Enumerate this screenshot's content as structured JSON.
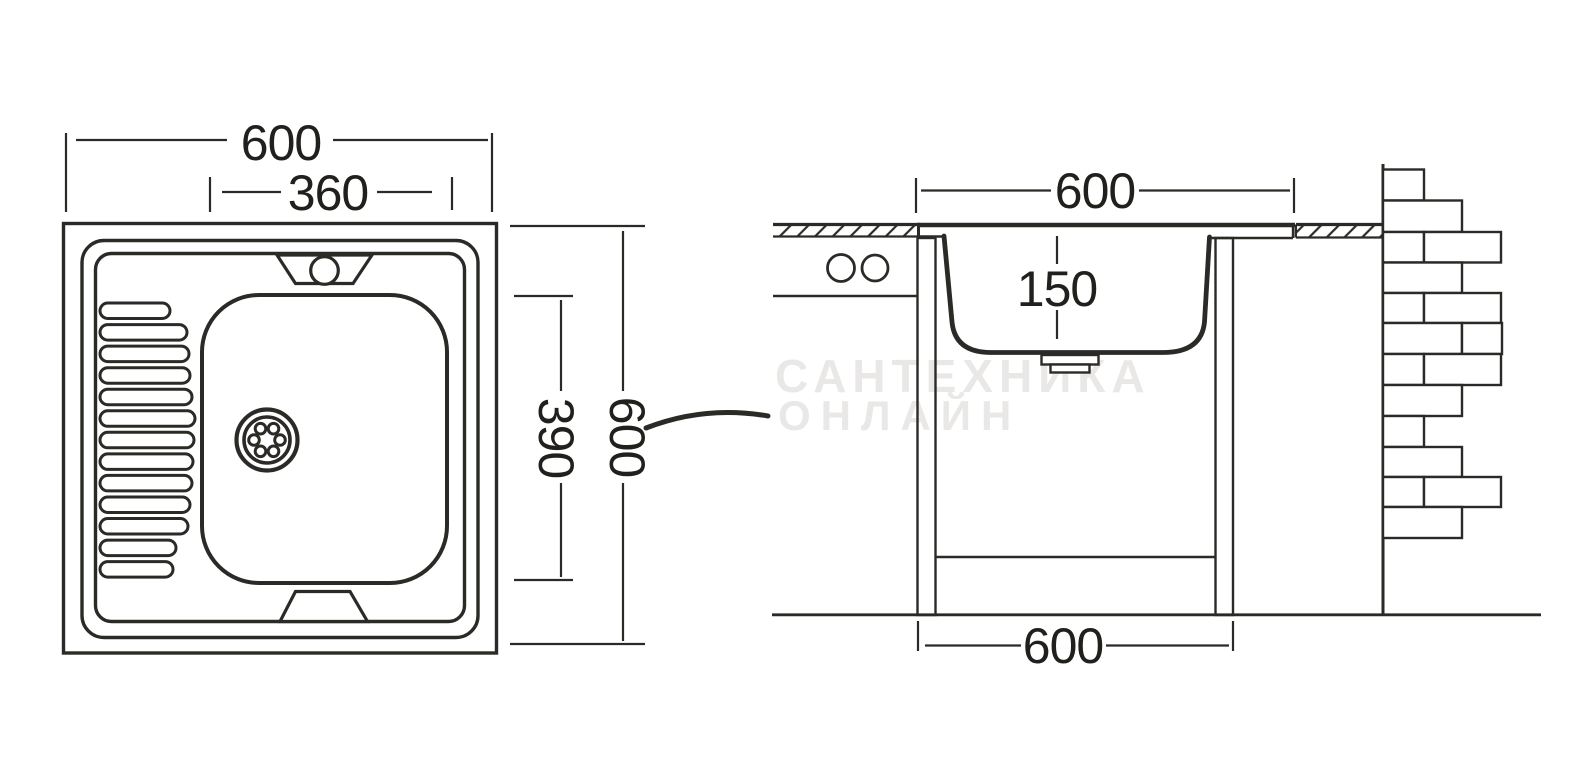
{
  "top_view": {
    "overall_width": "600",
    "bowl_width": "360",
    "overall_depth": "600",
    "bowl_depth": "390"
  },
  "section_view": {
    "rim_width": "600",
    "bowl_depth": "150",
    "cabinet_width": "600"
  },
  "watermark": {
    "line1": "САНТЕХНИКА",
    "line2": "ОНЛАЙН"
  },
  "colors": {
    "line": "#2b2a26",
    "dim_text": "#21201c",
    "watermark": "#e9e8e6",
    "background": "#ffffff"
  }
}
